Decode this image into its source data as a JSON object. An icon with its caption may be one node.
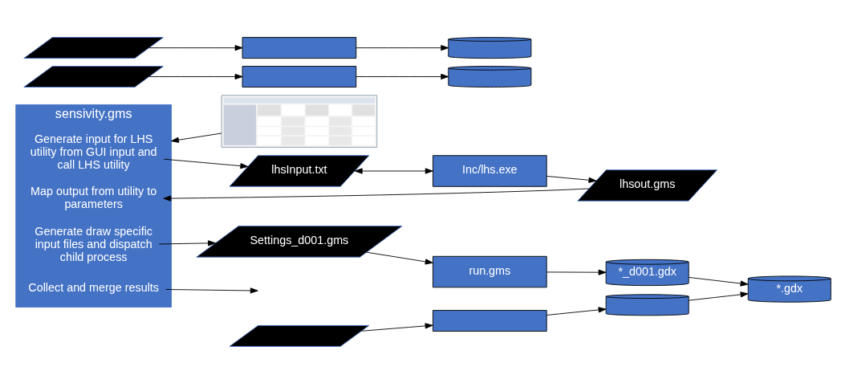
{
  "diagram": {
    "nodes": [
      {
        "text": [
          "sensivity.gms"
        ]
      },
      {
        "text": [
          "Generate input for LHS utility from GUI input and call LHS utility"
        ],
        "in": 0
      },
      {
        "text": [
          "Map output from utility to parameters"
        ],
        "in": 0
      },
      {
        "text": [
          "Generate draw specific input files and dispatch child process"
        ],
        "in": 0
      },
      {
        "text": [
          "Collect and merge results"
        ],
        "in": 0
      },
      {
        "text": [],
        "shape": "picture"
      },
      {
        "text": [
          "lhsInput.txt"
        ]
      },
      {
        "text": [
          "Inc/lhs.exe"
        ]
      },
      {
        "text": [
          "lhsout.gms"
        ]
      },
      {
        "text": [],
        "shape": "parallelogram"
      },
      {
        "text": [],
        "shape": "parallelogram"
      },
      {
        "text": [],
        "shape": "parallelogram"
      },
      {
        "text": [
          "Settings_d001.gms"
        ]
      },
      {
        "text": [],
        "shape": "box"
      },
      {
        "text": [],
        "shape": "box"
      },
      {
        "text": [],
        "shape": "box"
      },
      {
        "text": [
          "run.gms"
        ]
      },
      {
        "text": [],
        "shape": "cylinder"
      },
      {
        "text": [],
        "shape": "cylinder"
      },
      {
        "text": [],
        "shape": "cylinder"
      },
      {
        "text": [
          "*_d001.gdx"
        ]
      },
      {
        "text": [
          "*.gdx"
        ]
      }
    ],
    "edges": [
      {
        "from": 5,
        "to": 0,
        "arrow": "to"
      },
      {
        "from": 1,
        "to": 6,
        "arrow": "to"
      },
      {
        "from": 6,
        "to": 7,
        "arrow": "both"
      },
      {
        "from": 7,
        "to": 8,
        "arrow": "to"
      },
      {
        "from": 8,
        "to": 2,
        "arrow": "to"
      },
      {
        "from": 3,
        "to": 12,
        "arrow": "to"
      },
      {
        "from": 9,
        "to": 13,
        "arrow": "to"
      },
      {
        "from": 10,
        "to": 14,
        "arrow": "to"
      },
      {
        "from": 11,
        "to": 15,
        "arrow": "to"
      },
      {
        "from": 12,
        "to": 16,
        "arrow": "to"
      },
      {
        "from": 13,
        "to": 17,
        "arrow": "to"
      },
      {
        "from": 14,
        "to": 18,
        "arrow": "to"
      },
      {
        "from": 15,
        "to": 19,
        "arrow": "to"
      },
      {
        "from": 16,
        "to": 20,
        "arrow": "to"
      },
      {
        "from": 17,
        "to": 21,
        "arrow": "to"
      },
      {
        "from": 20,
        "to": 21,
        "arrow": "to"
      },
      {
        "from": 4,
        "to": null,
        "arrow": "to"
      }
    ]
  }
}
